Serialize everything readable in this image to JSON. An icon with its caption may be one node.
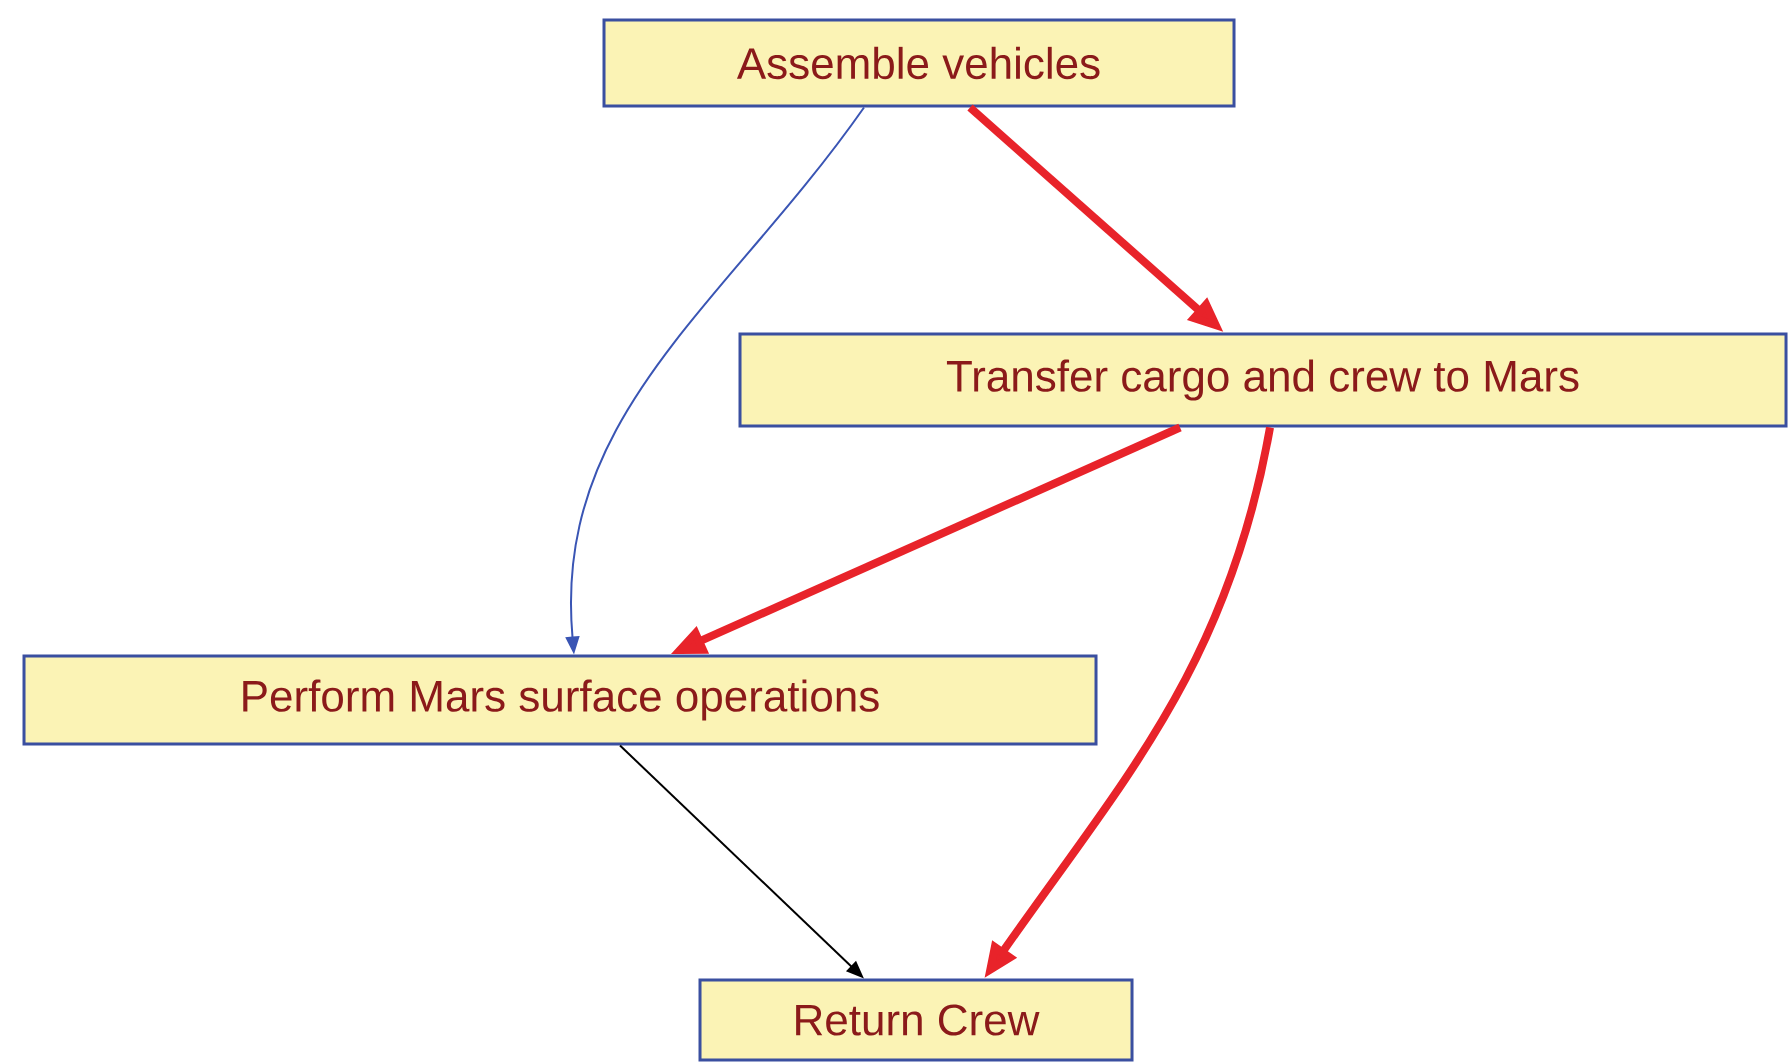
{
  "diagram": {
    "nodes": [
      {
        "text": [
          "Assemble vehicles"
        ]
      },
      {
        "text": [
          "Transfer cargo and crew to Mars"
        ]
      },
      {
        "text": [
          "Perform Mars surface operations"
        ]
      },
      {
        "text": [
          "Return Crew"
        ]
      }
    ],
    "edges": [
      {
        "from": 0,
        "to": 1,
        "arrow": "to"
      },
      {
        "from": 0,
        "to": 2,
        "arrow": "to",
        "color": "#3a55b4"
      },
      {
        "from": 1,
        "to": 2,
        "arrow": "to"
      },
      {
        "from": 1,
        "to": 3,
        "arrow": "to"
      },
      {
        "from": 2,
        "to": 3,
        "arrow": "to",
        "color": "#000000"
      }
    ]
  }
}
